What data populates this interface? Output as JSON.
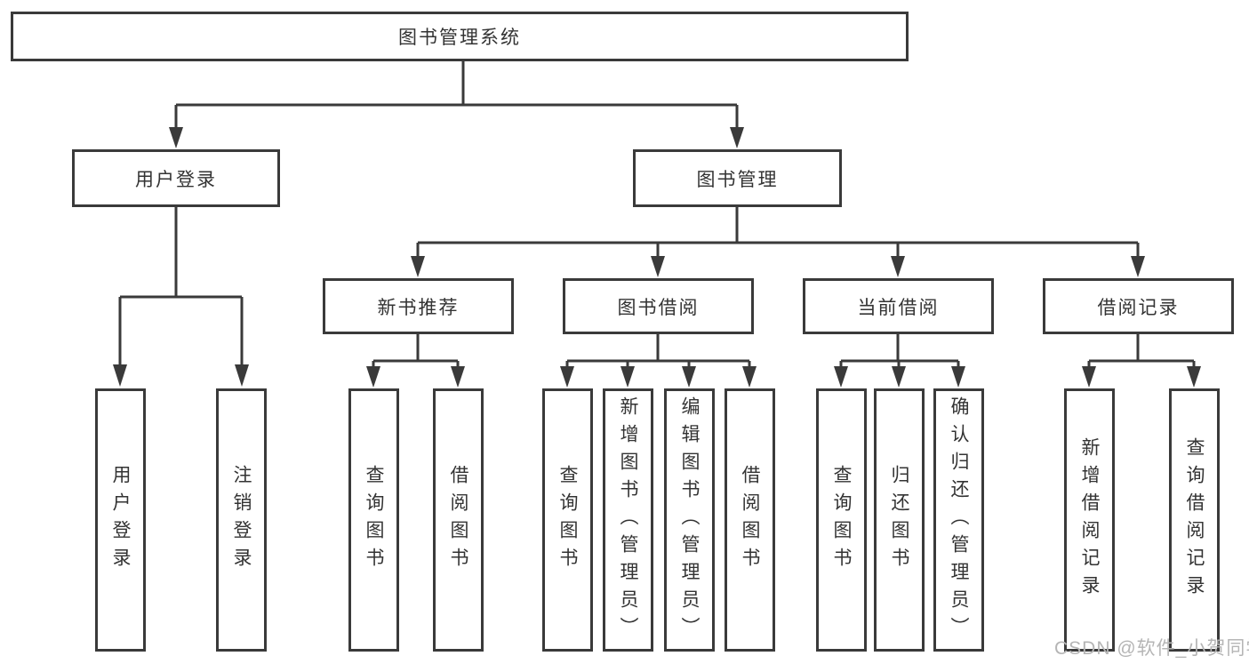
{
  "diagram_title": "图书管理系统",
  "tree": {
    "root": {
      "label": "图书管理系统"
    },
    "branches": [
      {
        "label": "用户登录",
        "children": [
          {
            "label": "用户登录"
          },
          {
            "label": "注销登录"
          }
        ]
      },
      {
        "label": "图书管理",
        "groups": [
          {
            "label": "新书推荐",
            "children": [
              {
                "label": "查询图书"
              },
              {
                "label": "借阅图书"
              }
            ]
          },
          {
            "label": "图书借阅",
            "children": [
              {
                "label": "查询图书"
              },
              {
                "label": "新增图书（管理员）"
              },
              {
                "label": "编辑图书（管理员）"
              },
              {
                "label": "借阅图书"
              }
            ]
          },
          {
            "label": "当前借阅",
            "children": [
              {
                "label": "查询图书"
              },
              {
                "label": "归还图书"
              },
              {
                "label": "确认归还（管理员）"
              }
            ]
          },
          {
            "label": "借阅记录",
            "children": [
              {
                "label": "新增借阅记录"
              },
              {
                "label": "查询借阅记录"
              }
            ]
          }
        ]
      }
    ]
  },
  "watermark": {
    "text": "CSDN @软件_小贺同学"
  },
  "colors": {
    "line": "#3a3a3a",
    "text": "#333333",
    "background": "#ffffff",
    "watermark": "#b5b5b5"
  }
}
